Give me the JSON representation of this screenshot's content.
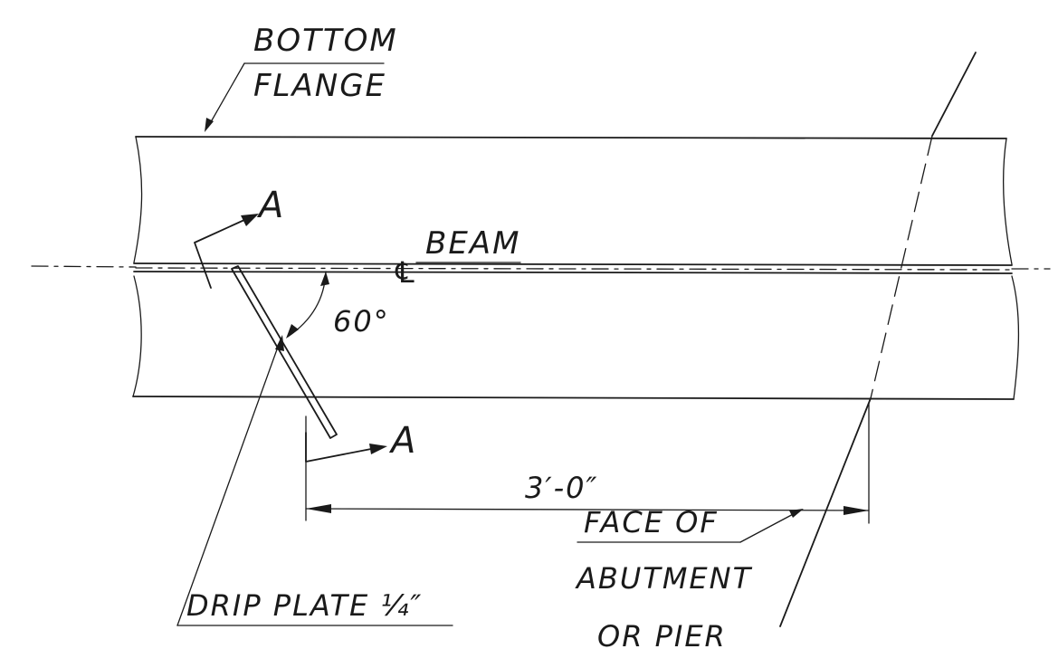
{
  "labels": {
    "bottom_flange_line1": "BOTTOM",
    "bottom_flange_line2": "FLANGE",
    "beam": "BEAM",
    "centerline_symbol": "℄",
    "angle": "60°",
    "section_mark_top": "A",
    "section_mark_bottom": "A",
    "dimension": "3′-0″",
    "drip_plate": "DRIP PLATE ¼″",
    "face_line1": "FACE OF",
    "face_line2": "ABUTMENT",
    "face_line3": "OR PIER"
  },
  "colors": {
    "ink": "#1a1a1a",
    "paper": "#ffffff"
  }
}
